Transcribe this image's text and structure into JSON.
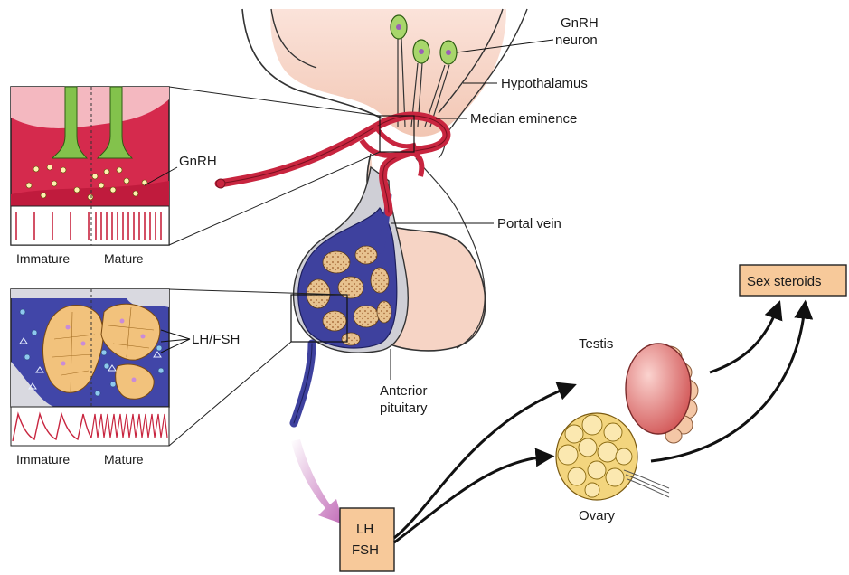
{
  "labels": {
    "gnrh_neuron_line1": "GnRH",
    "gnrh_neuron_line2": "neuron",
    "hypothalamus": "Hypothalamus",
    "median_eminence": "Median eminence",
    "gnrh": "GnRH",
    "portal_vein": "Portal vein",
    "lh_fsh_inset": "LH/FSH",
    "anterior_line1": "Anterior",
    "anterior_line2": "pituitary",
    "testis": "Testis",
    "ovary": "Ovary",
    "sex_steroids": "Sex steroids",
    "lh_box_line1": "LH",
    "lh_box_line2": "FSH",
    "top_inset_immature": "Immature",
    "top_inset_mature": "Mature",
    "bottom_inset_immature": "Immature",
    "bottom_inset_mature": "Mature"
  },
  "colors": {
    "vessel_red": "#c8253f",
    "vessel_blue": "#3b3e9a",
    "hypothalamus_tint": "#f7d7cc",
    "pituitary_tint": "#f3c7b3",
    "lobule_fill": "#e8c49a",
    "box_fill": "#f7c99a",
    "arrow_pink": "#c070b8",
    "neuron_green": "#7fbf3f"
  }
}
